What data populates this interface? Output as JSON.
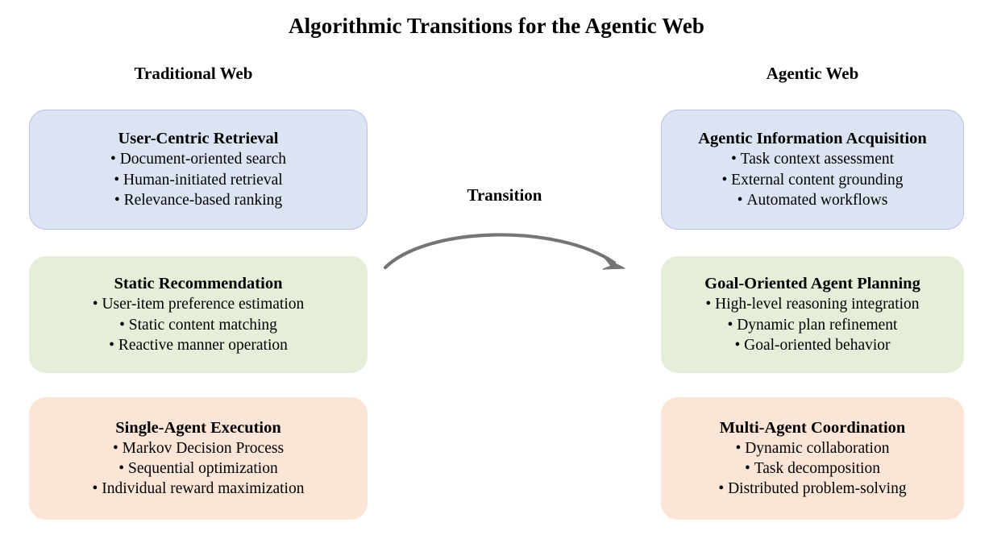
{
  "figure": {
    "title": "Algorithmic Transitions for the Agentic Web",
    "columns": {
      "left_header": "Traditional Web",
      "right_header": "Agentic Web"
    },
    "transition": {
      "label": "Transition",
      "arrow_icon": "curved-arrow-right-icon",
      "arrow_color": "#757575",
      "direction": "left-to-right"
    },
    "colors": {
      "blue_fill": "#dce3f3",
      "blue_border": "#b7c4e4",
      "green_fill": "#e4eed9",
      "orange_fill": "#fbe5d6",
      "text": "#000000",
      "background": "#ffffff"
    },
    "left_column": [
      {
        "title": "User-Centric Retrieval",
        "bullets": [
          "Document-oriented search",
          "Human-initiated retrieval",
          "Relevance-based ranking"
        ],
        "theme": "blue"
      },
      {
        "title": "Static Recommendation",
        "bullets": [
          "User-item preference estimation",
          "Static content matching",
          "Reactive manner operation"
        ],
        "theme": "green"
      },
      {
        "title": "Single-Agent Execution",
        "bullets": [
          "Markov Decision Process",
          "Sequential optimization",
          "Individual reward maximization"
        ],
        "theme": "orange"
      }
    ],
    "right_column": [
      {
        "title": "Agentic Information Acquisition",
        "bullets": [
          "Task context assessment",
          "External content grounding",
          "Automated workflows"
        ],
        "theme": "blue"
      },
      {
        "title": "Goal-Oriented Agent Planning",
        "bullets": [
          "High-level reasoning integration",
          "Dynamic plan refinement",
          "Goal-oriented behavior"
        ],
        "theme": "green"
      },
      {
        "title": "Multi-Agent Coordination",
        "bullets": [
          "Dynamic collaboration",
          "Task decomposition",
          "Distributed problem-solving"
        ],
        "theme": "orange"
      }
    ]
  }
}
